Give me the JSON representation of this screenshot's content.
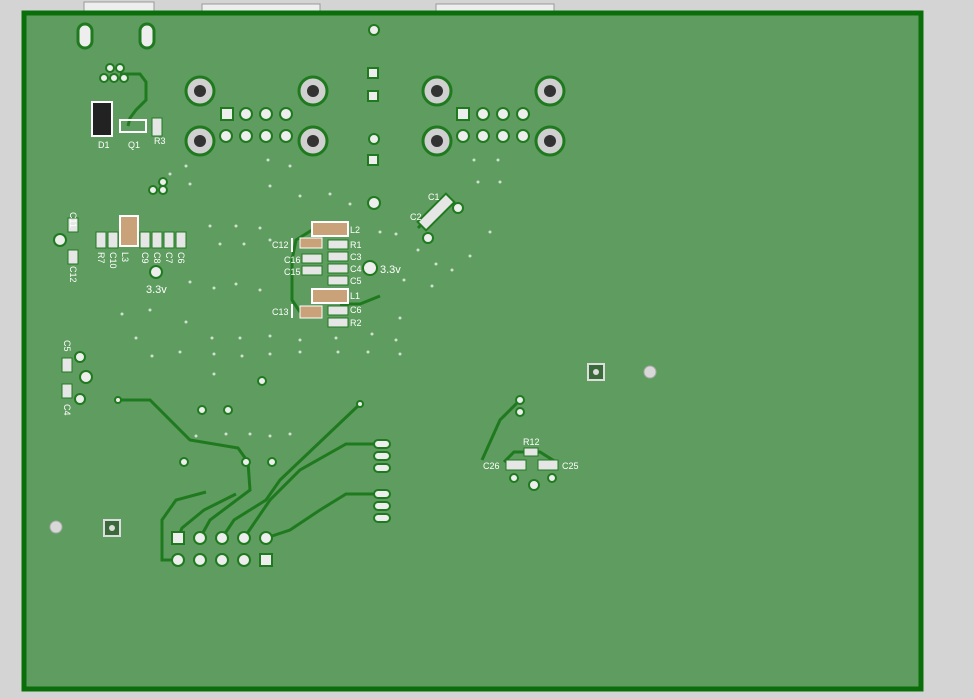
{
  "viewer": {
    "background": "#d4d4d4"
  },
  "board": {
    "copper_color": "#5f9c5f",
    "outline_color": "#0a6f0a",
    "trace_color": "#1f7a1f",
    "silk_color": "#ffffff",
    "pad_color": "#e6e6e6",
    "body_color": "#c9a27a"
  },
  "labels": {
    "d1": "D1",
    "q1": "Q1",
    "r3": "R3",
    "c11": "C11",
    "c12_left": "C12",
    "r7": "R7",
    "c10": "C10",
    "l3": "L3",
    "c9": "C9",
    "c8": "C8",
    "c7": "C7",
    "c6_left": "C6",
    "v33_left": "3.3v",
    "v33_mid": "3.3v",
    "c12": "C12",
    "c16": "C16",
    "c15": "C15",
    "c13": "C13",
    "l2": "L2",
    "r1": "R1",
    "c3": "C3",
    "c4_mid": "C4",
    "c5_mid": "C5",
    "l1": "L1",
    "c6_mid": "C6",
    "r2": "R2",
    "c1": "C1",
    "c2": "C2",
    "c5_left": "C5",
    "c4_left": "C4",
    "r12": "R12",
    "c26": "C26",
    "c25": "C25"
  },
  "icons": [
    "mounting-hole-icon",
    "via-icon",
    "pad-icon"
  ]
}
